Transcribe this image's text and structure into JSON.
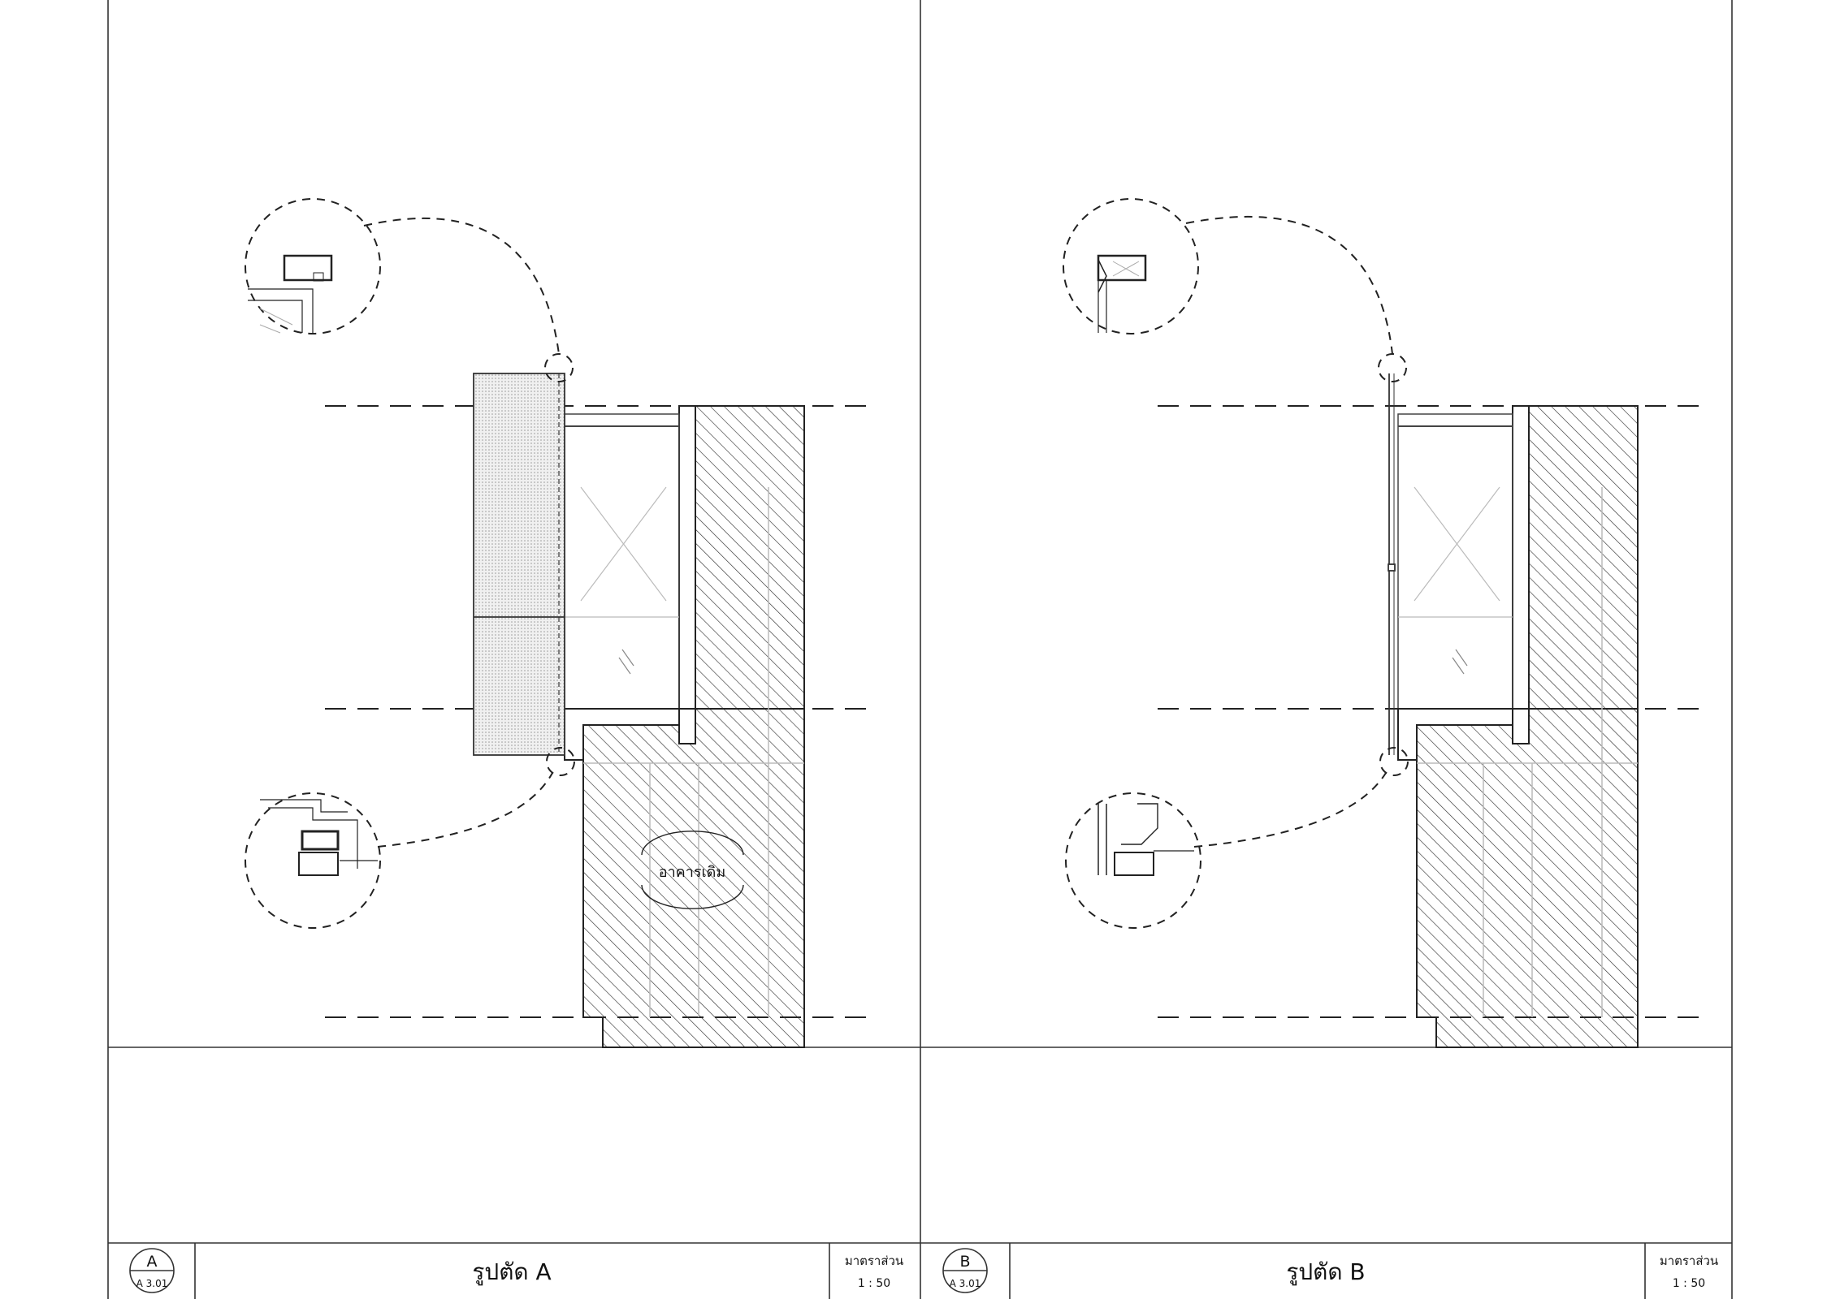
{
  "sheet": {
    "panels": [
      {
        "id": "A",
        "marker": {
          "letter": "A",
          "ref": "A 3.01"
        },
        "title": "รูปตัด A",
        "scale_label": "มาตราส่วน",
        "scale_value": "1 : 50",
        "annotation": "อาคารเดิม",
        "has_screen_panel": true
      },
      {
        "id": "B",
        "marker": {
          "letter": "B",
          "ref": "A 3.01"
        },
        "title": "รูปตัด B",
        "scale_label": "มาตราส่วน",
        "scale_value": "1 : 50",
        "annotation": "",
        "has_screen_panel": false
      }
    ]
  }
}
